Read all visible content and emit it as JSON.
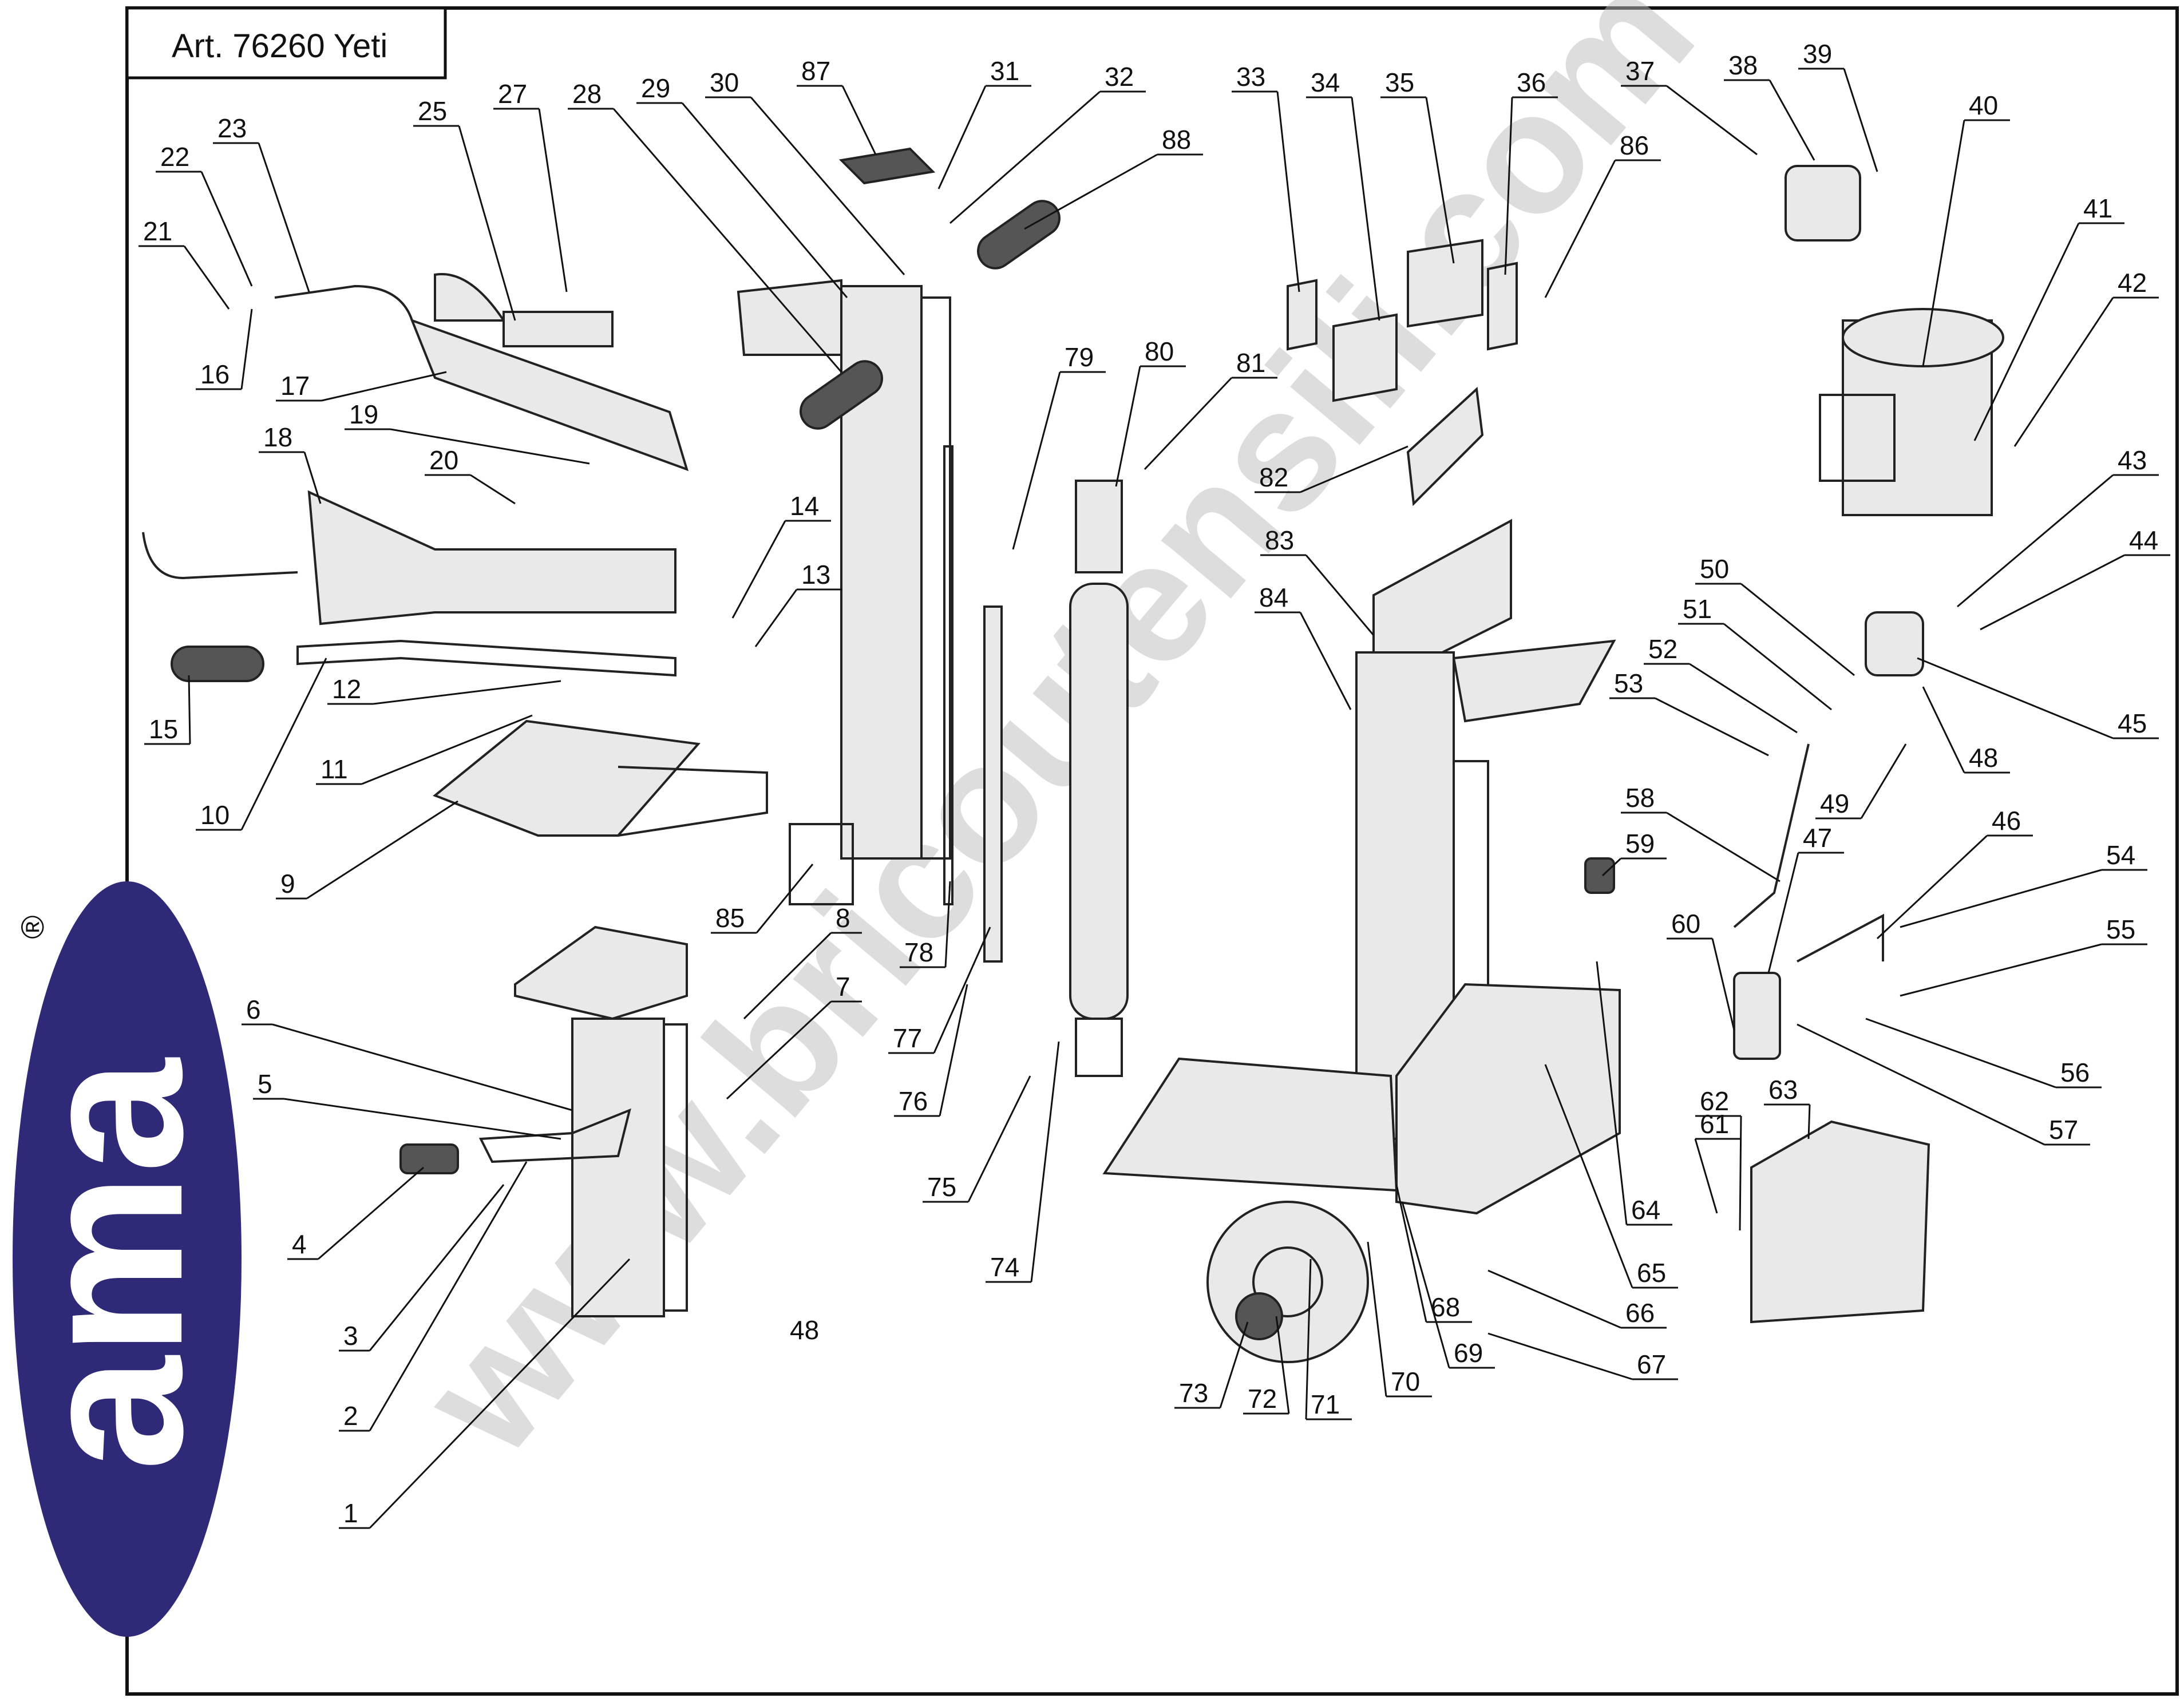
{
  "title": "Art. 76260 Yeti",
  "brand": {
    "logo_text": "ama",
    "registered_mark": "®",
    "logo_color": "#2e2a78"
  },
  "watermark": "www.bricoutensili.com",
  "extra_label": "48",
  "part_numbers": [
    "1",
    "2",
    "3",
    "4",
    "5",
    "6",
    "7",
    "8",
    "9",
    "10",
    "11",
    "12",
    "13",
    "14",
    "15",
    "16",
    "17",
    "18",
    "19",
    "20",
    "21",
    "22",
    "23",
    "25",
    "27",
    "28",
    "29",
    "30",
    "31",
    "32",
    "33",
    "34",
    "35",
    "36",
    "37",
    "38",
    "39",
    "40",
    "41",
    "42",
    "43",
    "44",
    "45",
    "46",
    "47",
    "48",
    "49",
    "50",
    "51",
    "52",
    "53",
    "54",
    "55",
    "56",
    "57",
    "58",
    "59",
    "60",
    "61",
    "62",
    "63",
    "64",
    "65",
    "66",
    "67",
    "68",
    "69",
    "70",
    "71",
    "72",
    "73",
    "74",
    "75",
    "76",
    "77",
    "78",
    "79",
    "80",
    "81",
    "82",
    "83",
    "84",
    "85",
    "86",
    "87",
    "88"
  ]
}
